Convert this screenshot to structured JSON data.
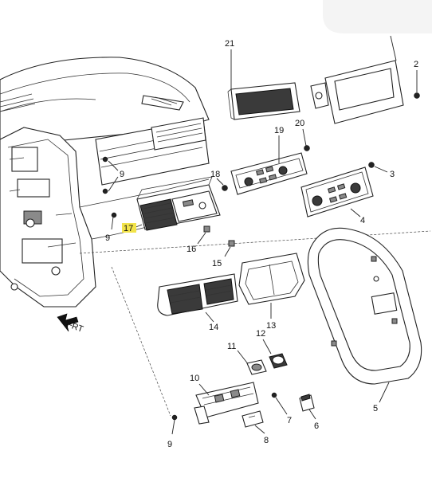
{
  "labels": {
    "p21": "21",
    "p2": "2",
    "p19": "19",
    "p20": "20",
    "p3": "3",
    "p9a": "9",
    "p18": "18",
    "p4": "4",
    "p9b": "9",
    "p17": "17",
    "p16": "16",
    "p15": "15",
    "p14": "14",
    "p13": "13",
    "p12": "12",
    "p11": "11",
    "p10": "10",
    "p5": "5",
    "p7": "7",
    "p6": "6",
    "p8": "8",
    "p9c": "9",
    "frt": "FRT"
  },
  "colors": {
    "highlight": "#f2e34a",
    "line": "#222222",
    "dark_part": "#3a3a3a"
  }
}
